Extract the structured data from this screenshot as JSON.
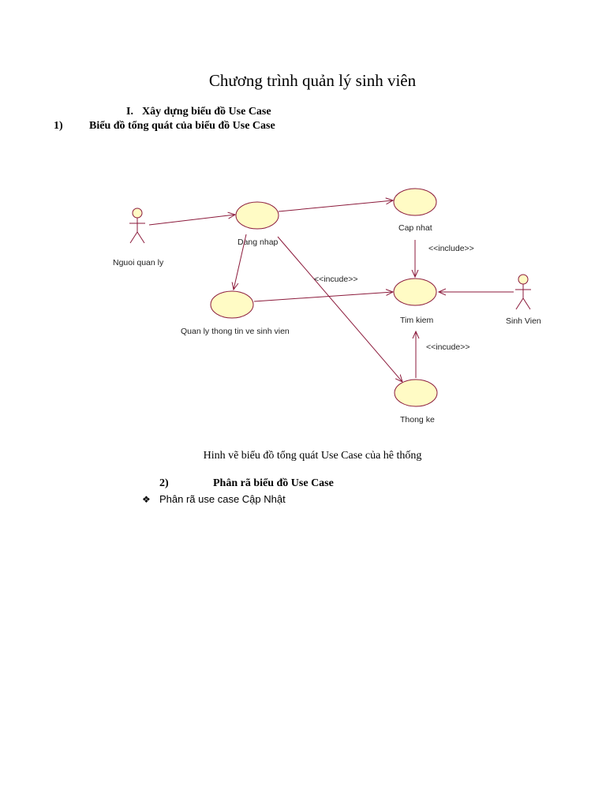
{
  "document": {
    "title": "Chương trình quản lý sinh viên",
    "section1": {
      "number": "I.",
      "heading": "Xây dựng biểu đồ Use Case"
    },
    "subsection1": {
      "number": "1)",
      "heading": "Biểu đồ tổng quát của biểu đồ Use Case"
    },
    "figure_caption": "Hinh vẽ biểu đồ tổng quát Use Case của hê thống",
    "subsection2": {
      "number": "2)",
      "heading": "Phân rã biểu đồ Use Case"
    },
    "bullet": {
      "icon": "diamond-bullet-icon",
      "text": "Phân rã use case Cập Nhật"
    }
  },
  "diagram": {
    "actors": [
      {
        "id": "nguoi-quan-ly",
        "label": "Nguoi quan ly"
      },
      {
        "id": "sinh-vien",
        "label": "Sinh Vien"
      }
    ],
    "use_cases": [
      {
        "id": "dang-nhap",
        "label": "Dang nhap"
      },
      {
        "id": "cap-nhat",
        "label": "Cap nhat"
      },
      {
        "id": "quan-ly",
        "label": "Quan ly thong tin ve sinh vien"
      },
      {
        "id": "tim-kiem",
        "label": "Tim kiem"
      },
      {
        "id": "thong-ke",
        "label": "Thong ke"
      }
    ],
    "stereotypes": {
      "include_cap_nhat": "<<include>>",
      "include_dang_nhap": "<<incude>>",
      "include_thong_ke": "<<incude>>"
    },
    "colors": {
      "usecase_fill": "#fffbc5",
      "line": "#8b1a3b"
    }
  }
}
